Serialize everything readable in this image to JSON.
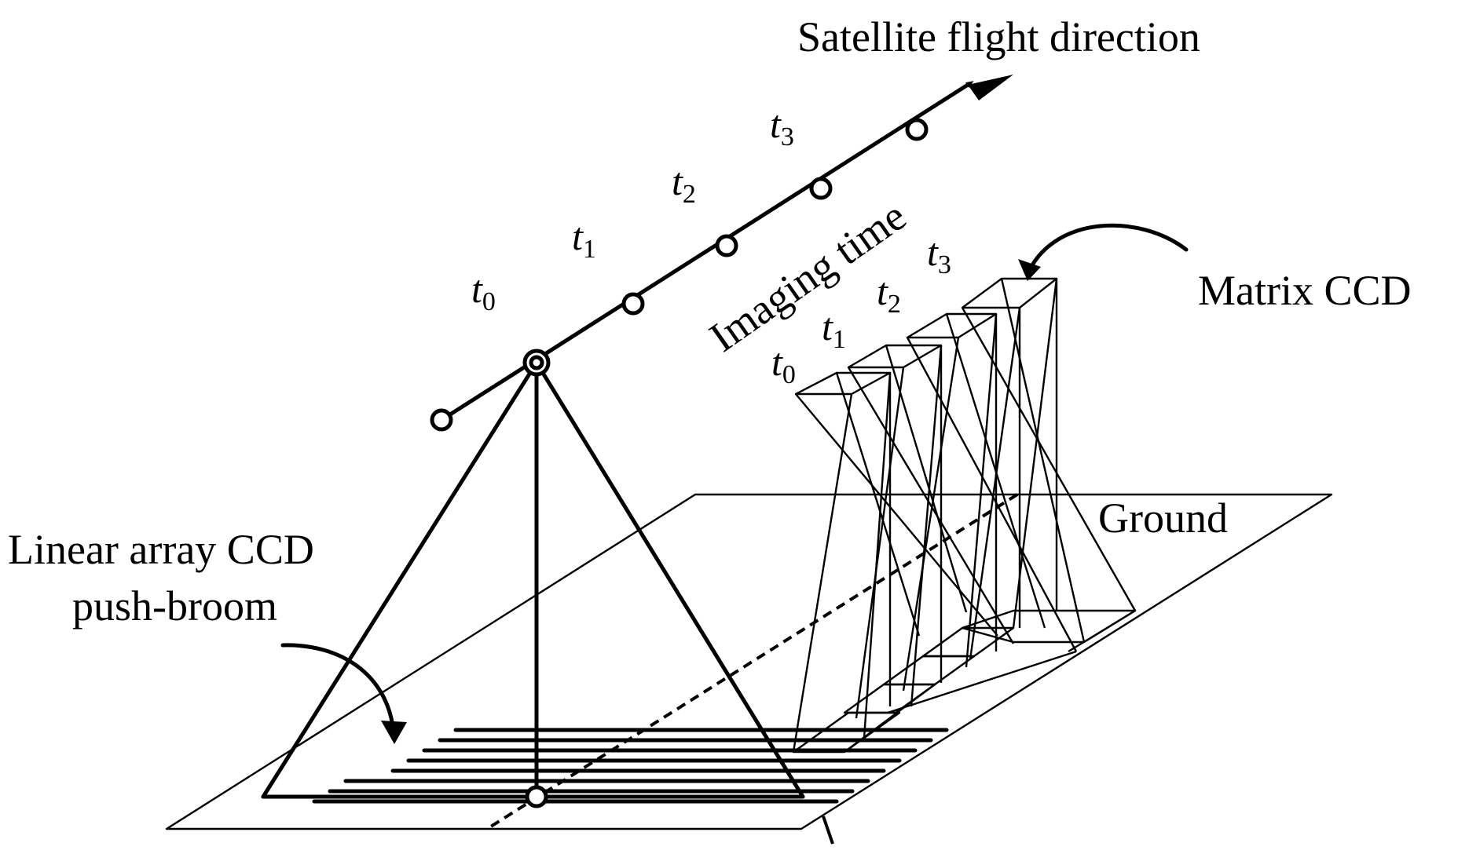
{
  "labels": {
    "flight_direction": "Satellite flight direction",
    "imaging_time": "Imaging time",
    "matrix_ccd": "Matrix CCD",
    "ground": "Ground",
    "linear_line1": "Linear array CCD",
    "linear_line2": "push-broom"
  },
  "track_times": [
    {
      "t": "t",
      "sub": "0"
    },
    {
      "t": "t",
      "sub": "1"
    },
    {
      "t": "t",
      "sub": "2"
    },
    {
      "t": "t",
      "sub": "3"
    }
  ],
  "matrix_times": [
    {
      "t": "t",
      "sub": "0"
    },
    {
      "t": "t",
      "sub": "1"
    },
    {
      "t": "t",
      "sub": "2"
    },
    {
      "t": "t",
      "sub": "3"
    }
  ],
  "colors": {
    "line": "#000000",
    "background": "#ffffff"
  }
}
